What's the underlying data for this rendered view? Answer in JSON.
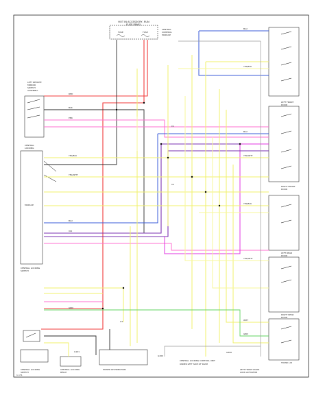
{
  "diagram": {
    "wire_colors": {
      "red": "#f03a3a",
      "pink": "#ff6fd0",
      "magenta": "#e033e0",
      "blue": "#3a5bd9",
      "purple": "#7a2fb0",
      "yellow": "#f1f06a",
      "yellow_light": "#f7f79a",
      "green": "#5ed35e",
      "black": "#2a2a2a",
      "gray": "#9a9a9a"
    },
    "labels": {
      "top_center_title": "HOT IN ACCESSORY, RUN",
      "top_center_sub": "FUSE PANEL",
      "fuse_left": "FUSE",
      "fuse_right": "FUSE",
      "top_right_box_1": "CENTRAL",
      "top_right_box_2": "CONTROL",
      "top_right_box_3": "MODULE",
      "left_module_1": "LEFT REMOTE",
      "left_module_2": "MIRROR",
      "left_module_3": "SWITCH",
      "left_module_4": "ASSEMBLY",
      "central_lock_1": "CENTRAL LOCKING",
      "central_lock_2": "SWITCH",
      "mid_left_1": "CENTRAL",
      "mid_left_2": "LOCKING",
      "mid_left_3": "MODULE",
      "bottom_left_1": "CENTRAL LOCKING",
      "bottom_left_2": "SWITCH",
      "bottom_center_1": "CENTRAL LOCKING",
      "bottom_center_2": "RELAY",
      "bottom_mid": "POWER DISTRIBUTION",
      "bottom_right_1": "LEFT FRONT DOOR",
      "bottom_right_2": "LOCK ACTUATOR",
      "right_1": "LEFT FRONT",
      "right_1b": "DOOR",
      "right_2": "RIGHT FRONT",
      "right_2b": "DOOR",
      "right_3": "LEFT REAR",
      "right_3b": "DOOR",
      "right_4": "RIGHT REAR",
      "right_4b": "DOOR",
      "right_5": "TRUNK LID",
      "connector_1": "C1",
      "connector_2": "C2",
      "connector_3": "C3",
      "ground_1": "G101",
      "ground_2": "G200",
      "ground_3": "G300",
      "wire_yel_blk": "YEL/BLK",
      "wire_yel_wht": "YEL/WHT",
      "wire_red": "RED",
      "wire_blk": "BLK",
      "wire_blu": "BLU",
      "wire_pnk": "PNK",
      "wire_grn": "GRN",
      "wire_vio": "VIO",
      "wire_wht": "WHT",
      "wire_gry": "GRY",
      "bottom_footer_1": "CENTRAL LOCKING CONTROL UNIT",
      "bottom_footer_2": "UNDER LEFT SIDE OF DASH",
      "footer_page": "1 of 1"
    }
  }
}
